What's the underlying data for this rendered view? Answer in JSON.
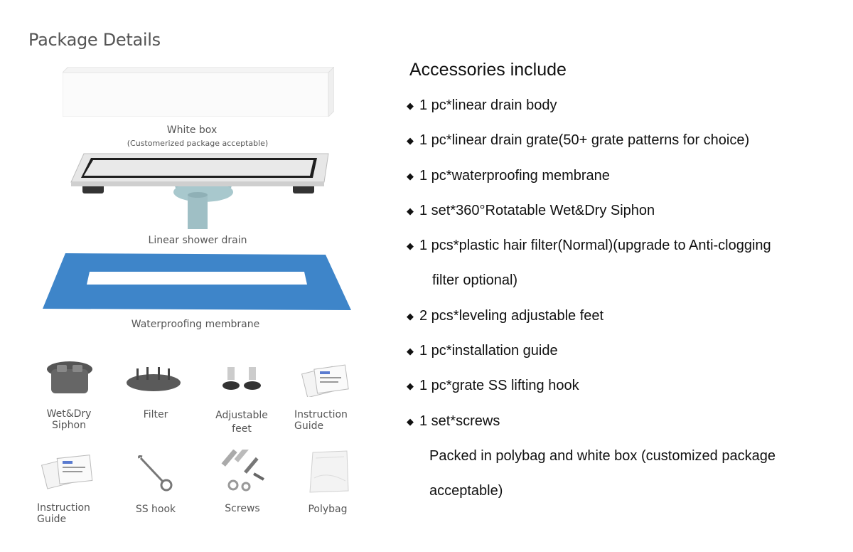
{
  "page_title": "Package Details",
  "components": {
    "white_box": {
      "label": "White box",
      "sublabel": "(Customerized package acceptable)"
    },
    "shower_drain": {
      "label": "Linear shower drain"
    },
    "membrane": {
      "label": "Waterproofing membrane"
    }
  },
  "accessory_icons": [
    {
      "label": "Wet&Dry\nSiphon",
      "icon": "siphon-icon"
    },
    {
      "label": "Filter",
      "icon": "filter-icon"
    },
    {
      "label": "Adjustable\nfeet",
      "icon": "feet-icon"
    },
    {
      "label": "Instruction\nGuide",
      "icon": "guide-icon"
    },
    {
      "label": "Instruction\nGuide",
      "icon": "guide-icon"
    },
    {
      "label": "SS hook",
      "icon": "hook-icon"
    },
    {
      "label": "Screws",
      "icon": "screws-icon"
    },
    {
      "label": "Polybag",
      "icon": "polybag-icon"
    }
  ],
  "accessories": {
    "title": "Accessories include",
    "bullet": "◆",
    "items": [
      "1 pc*linear drain body",
      "1 pc*linear drain grate(50+ grate patterns for choice)",
      "1 pc*waterproofing membrane",
      "1 set*360°Rotatable Wet&Dry Siphon",
      "1 pcs*plastic hair filter(Normal)(upgrade to Anti-clogging",
      "2 pcs*leveling adjustable feet",
      "1 pc*installation guide",
      "1 pc*grate SS lifting hook",
      "1 set*screws"
    ],
    "item4_continuation": "filter optional)",
    "note_line1": "Packed in polybag and white box (customized package",
    "note_line2": "acceptable)"
  }
}
